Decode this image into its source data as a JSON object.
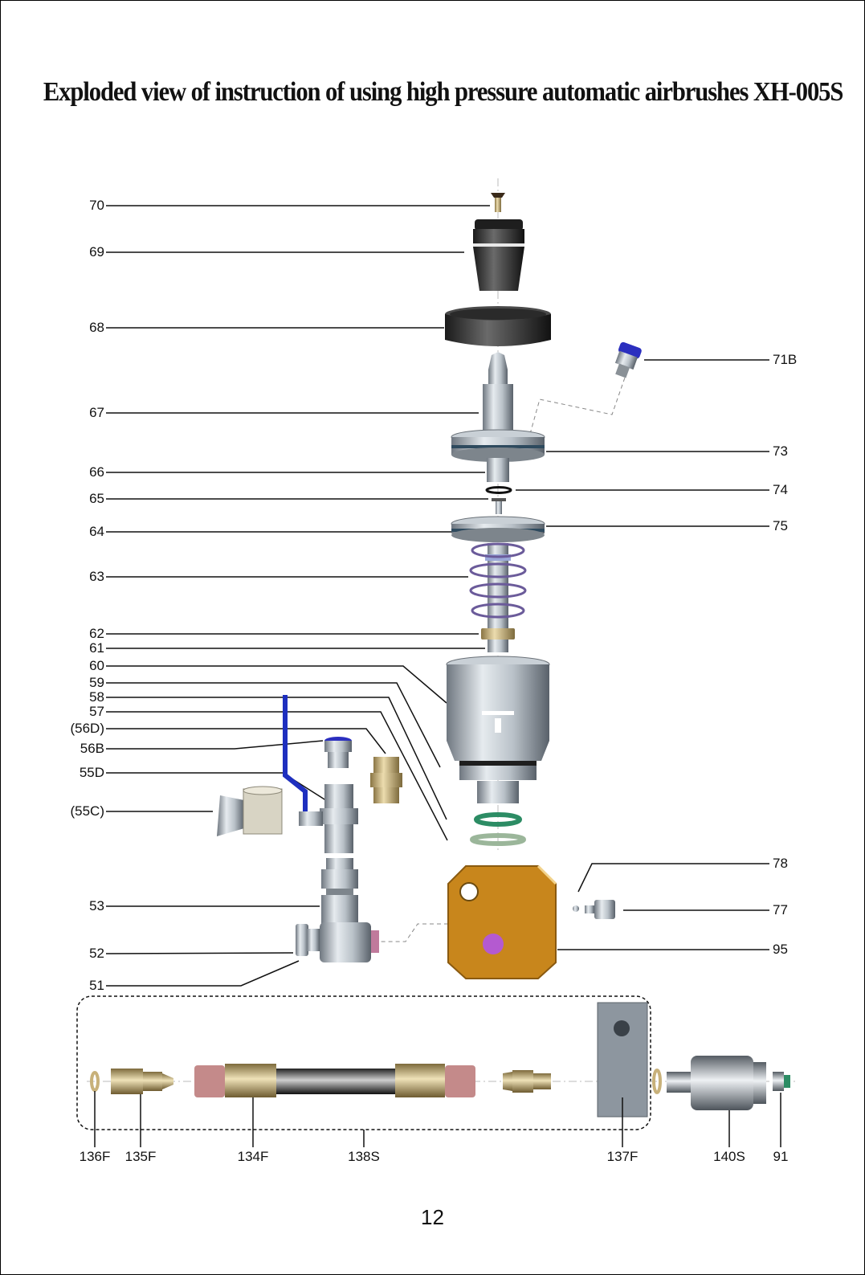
{
  "title": "Exploded view of instruction of using high pressure automatic airbrushes XH-005S",
  "page_number": "12",
  "colors": {
    "line": "#111111",
    "metal": "#a8b0b8",
    "dark_metal": "#2a2a2a",
    "brass": "#c8b17a",
    "gold_plate": "#c8861c",
    "handle_blue": "#1e2fbf",
    "seal_green": "#2c8c64"
  },
  "left_labels": [
    "70",
    "69",
    "68",
    "67",
    "66",
    "65",
    "64",
    "63",
    "62",
    "61",
    "60",
    "59",
    "58",
    "57",
    "(56D)",
    "56B",
    "55D",
    "(55C)",
    "53",
    "52",
    "51"
  ],
  "right_labels": [
    "71B",
    "73",
    "74",
    "75",
    "78",
    "77",
    "95"
  ],
  "bottom_labels": [
    "136F",
    "135F",
    "134F",
    "138S",
    "137F",
    "140S",
    "91"
  ]
}
